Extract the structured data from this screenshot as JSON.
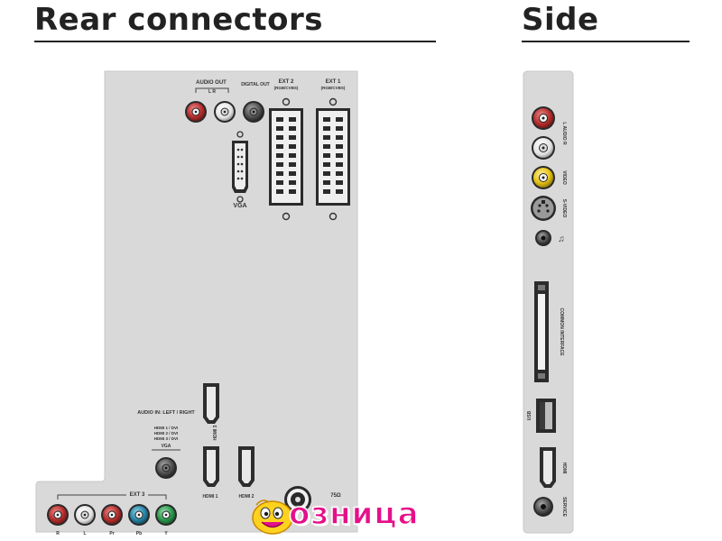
{
  "headings": {
    "rear": "Rear connectors",
    "side": "Side"
  },
  "rear": {
    "audio_out": "AUDIO\nOUT",
    "audio_out_lr": "L   R",
    "spdif": "DIGITAL\nOUT",
    "ext2": "EXT 2",
    "ext2_sub": "(RGB/CVBS)",
    "ext1": "EXT 1",
    "ext1_sub": "(RGB/CVBS)",
    "vga": "VGA",
    "audio_in": "AUDIO IN:\nLEFT / RIGHT",
    "audio_in_sub1": "HDMI 1 / DVI",
    "audio_in_sub2": "HDMI 2 / DVI",
    "audio_in_sub3": "HDMI 3 / DVI",
    "audio_in_vga": "VGA",
    "hdmi3": "HDMI 3",
    "hdmi1": "HDMI 1",
    "hdmi2": "HDMI 2",
    "antenna": "75Ω",
    "ext3": "EXT 3",
    "ext3_r": "R",
    "ext3_l": "L",
    "ext3_pr": "Pr",
    "ext3_pb": "Pb",
    "ext3_y": "Y"
  },
  "side": {
    "audio_lr": "L AUDIO R",
    "video": "VIDEO",
    "svideo": "S-VIDEO",
    "headphone_glyph": "♫",
    "common_interface": "COMMON INTERFACE",
    "usb": "USB",
    "hdmi": "HDMI",
    "service": "SERVICE"
  },
  "logo": {
    "text": "озница"
  },
  "colors": {
    "panel": "#d9d9d9",
    "red_jack": "#b8302f",
    "white_jack": "#f2f2f2",
    "yellow_jack": "#e6c316",
    "blue_jack": "#2a86a8",
    "green_jack": "#2d9a4f",
    "dark_jack": "#555555",
    "logo_pink": "#e5108a",
    "logo_yellow": "#ffd21f"
  }
}
